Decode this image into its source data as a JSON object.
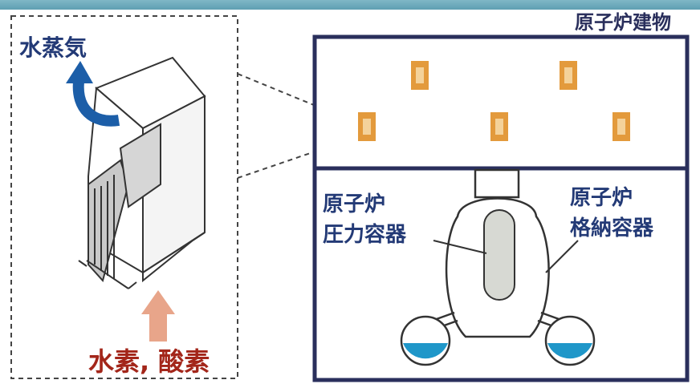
{
  "labels": {
    "steam": "水蒸気",
    "inflow": "水素, 酸素",
    "reactor_building": "原子炉建物",
    "rpv_line1": "原子炉",
    "rpv_line2": "圧力容器",
    "pcv_line1": "原子炉",
    "pcv_line2": "格納容器"
  },
  "colors": {
    "title_text": "#233a76",
    "inflow_text": "#a3261a",
    "building_frame": "#2a2f5c",
    "device_fill": "#e39a3c",
    "device_inner": "#f4d29a",
    "water": "#1f97c9",
    "inflow_arrow": "#e8a58a",
    "steam_arrow": "#1c5ea8"
  },
  "icons": {
    "steam_arrow": "curved-up-arrow-icon",
    "inflow_arrow": "up-arrow-icon"
  }
}
